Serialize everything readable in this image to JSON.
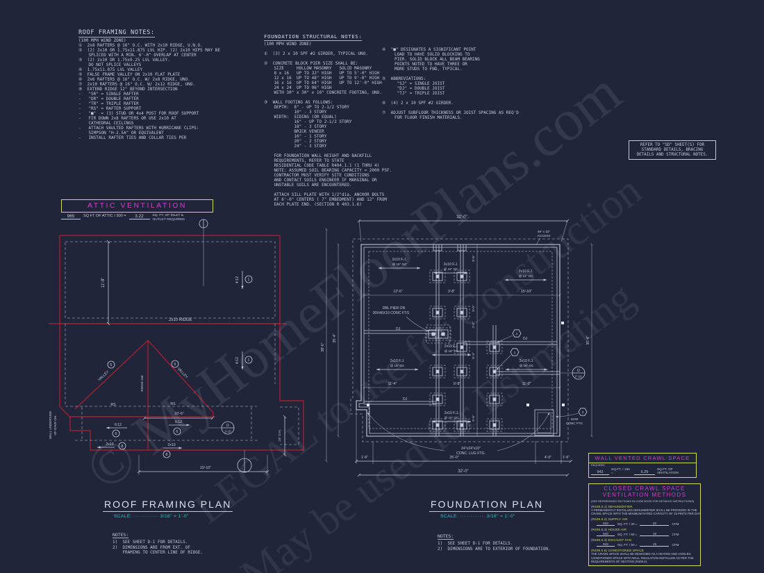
{
  "roof_notes": {
    "title": "ROOF FRAMING NOTES:",
    "body": "(100 MPH WIND ZONE)\n①  2x8 RAFTERS @ 16\" O.C. WITH 2x10 RIDGE, U.N.O.\n②  (2) 2x10 OR 1.75x11.875 LVL HIP. (2) 2x10 HIPS MAY BE\n    SPLICED WITH A MIN. 6'-0\" OVERLAP AT CENTER\n③  (2) 2x10 OR 1.75x9.25 LVL VALLEY.\n    DO NOT SPLICE VALLEYS\n④  1.75x11.875 LVL VALLEY\n⑤  FALSE FRAME VALLEY ON 2x10 FLAT PLATE\n⑥  2x6 RAFTERS @ 16\" O.C. W/ 2x8 RIDGE, UNO.\n⑦  2x10 RAFTERS @ 16\" O.C. W/ 2x12 RIDGE, UNO.\n⑧  EXTEND RIDGE 12\" BEYOND INTERSECTION\n-   \"SR\" = SINGLE RAFTER\n-   \"DR\" = DOUBLE RAFTER\n-   \"TR\" = TRIPLE RAFTER\n-   \"RS\" = RAFTER SUPPORT\n-   \"■\"  = (3) STUD OR 4x4 POST FOR ROOF SUPPORT\n-   FIR DOWN 2x8 RAFTERS OR USE 2x10 AT\n    CATHEDRAL CEILINGS\n-   ATTACH VAULTED RAFTERS WITH HURRICANE CLIPS:\n    SIMPSON \"H-2.5A\" OR EQUIVALENT\n-   INSTALL RAFTER TIES AND COLLAR TIES PER"
  },
  "foundation_notes": {
    "title": "FOUNDATION STRUCTURAL NOTES:",
    "body": "(100 MPH WIND ZONE)\n\n①  (3) 2 x 10 SPF #2 GIRDER, TYPICAL UNO.\n\n②  CONCRETE BLOCK PIER SIZE SHALL BE:\n    SIZE     HOLLOW MASONRY   SOLID MASONRY\n    8 x 16   UP TO 32\" HIGH   UP TO 5'-0\" HIGH\n    12 x 16  UP TO 48\" HIGH   UP TO 9'-0\" HIGH\n    16 x 16  UP TO 64\" HIGH   UP TO 12'-0\" HIGH\n    24 x 24  UP TO 96\" HIGH\n    WITH 30\" x 30\" x 10\" CONCRETE FOOTING, UNO.\n\n③  WALL FOOTING AS FOLLOWS:\n    DEPTH:  8\" - UP TO 2-1/2 STORY\n            10\" - 3 STORY\n    WIDTH:  SIDING (OR EQUAL)\n            16\" - UP TO 2-1/2 STORY\n            18\" - 3 STORY\n            BRICK VENEER\n            16\" - 1 STORY\n            20\" - 2 STORY\n            24\" - 3 STORY\n\n    FOR FOUNDATION WALL HEIGHT AND BACKFILL\n    REQUIREMENTS, REFER TO STATE\n    RESIDENTIAL CODE TABLE R404.1.1 (1 THRU 4)\n    NOTE: ASSUMED SOIL BEARING CAPACITY = 2000 PSF.\n    CONTRACTOR MUST VERIFY SITE CONDITIONS\n    AND CONTACT SOILS ENGINEER IF MARGINAL OR\n    UNSTABLE SOILS ARE ENCOUNTERED.\n\n    ATTACH SILL PLATE WITH 1/2\"dia. ANCHOR BOLTS\n    AT 6'-0\" CENTERS ( 7\" EMBEDMENT) AND 12\" FROM\n    EACH PLATE END. (SECTION R 403.1.6)"
  },
  "misc_notes": {
    "body": "④  \"■\" DESIGNATES A SIGNIFICANT POINT\n     LOAD TO HAVE SOLID BLOCKING TO\n     PIER. SOLID BLOCK ALL BEAM BEARING\n     POINTS NOTED TO HAVE THREE OR\n     MORE STUDS TO FND, TYPICAL.\n\n⑤  ABBREVIATIONS:\n      \"SJ\" = SINGLE JOIST\n      \"DJ\" = DOUBLE JOIST\n      \"TJ\" = TRIPLE JOIST\n\n⑥  (4) 2 x 10 SPF #2 GIRDER.\n\n⑦  ADJUST SUBFLOOR THICKNESS OR JOIST SPACING AS REQ'D\n     FOR FLOOR FINISH MATERIALS."
  },
  "sd_box": {
    "text": "REFER TO \"SD\" SHEET(S) FOR\nSTANDARD DETAILS, BRACING\nDETAILS AND STRUCTURAL NOTES."
  },
  "attic": {
    "title": "ATTIC VENTILATION",
    "v1": "965",
    "mid": "SQ FT OF ATTIC / 300 =",
    "v2": "3.22",
    "tail": "SQ. FT. OF INLET &\nOUTLET REQUIRED"
  },
  "roof_plan": {
    "title": "ROOF FRAMING PLAN",
    "scale": "SCALE: ·············· 3/16\" = 1'-0\"",
    "notes_title": "NOTES:",
    "notes": "1)  SEE SHEET D-1 FOR DETAILS.\n2)  DIMENSIONS ARE FROM EXT. OF\n    FRAMING TO CENTER LINE OF RIDGE.",
    "l": {
      "ridge": "2x10 RIDGE",
      "ridge2": "RIDGE 2x6",
      "valley": "VALLEY",
      "rs": "RS",
      "d118": "11'-8\"",
      "d106": "10'-6\"",
      "d1910": "19'-10\"",
      "d24oh": "24\" O.H.",
      "wall1": "WALL UNDERSIDE",
      "wall2": "OF EAVE OH.",
      "s612": "6:12",
      "s412": "4:12",
      "r210": "2x10",
      "c1": "1",
      "c5": "5",
      "c6": "6",
      "c8": "8",
      "cD": "D",
      "c210": "2-10"
    }
  },
  "foundation_plan": {
    "title": "FOUNDATION PLAN",
    "scale": "SCALE: ·············· 3/16\" = 1'-0\"",
    "notes_title": "NOTES:",
    "notes": "1)  SEE SHEET D-1 FOR DETAILS.\n2)  DIMENSIONS ARE TO EXTERIOR OF FOUNDATION.",
    "l": {
      "d32": "32'-0\"",
      "access1": "48\" x 32\"",
      "access2": "ACCESS",
      "fj": "2x10 F.J.",
      "oc16": "@ 16\" OC",
      "oc12": "@ 12\" OC",
      "d126": "12'-6\"",
      "d38": "3'-8\"",
      "d1510": "15'-10\"",
      "d56": "5'-6\"",
      "d50": "5'-0\"",
      "d40": "4'-0\"",
      "d54": "5'-4\"",
      "d114": "11'-4\"",
      "d98": "9'-8\"",
      "d110": "11'-0\"",
      "d16": "1'-6\"",
      "d250": "25'-0\"",
      "d354": "35'-4\"",
      "d386": "38'-6\"",
      "dj": "DJ",
      "dbl1": "DBL PIER ON",
      "dbl2": "30X46X10 CONC FTG",
      "lug1": "24\"x24\"x10\"",
      "lug2": "CONC. LUG FTG.",
      "ftg1": "16X8",
      "ftg2": "CONC FTG",
      "cD": "D",
      "cF10": "F-10",
      "h1": "1",
      "h2": "2",
      "h3": "3"
    }
  },
  "crawl_vented": {
    "title": "WALL VENTED CRAWL SPACE",
    "required": "REQUIRED",
    "v1": "943",
    "mid": "SQ.FT. / 150 =",
    "v2": "6.29",
    "tail": "SQ.FT. OF VENTILATION"
  },
  "crawl_closed": {
    "title1": "CLOSED CRAWL SPACE",
    "title2": "VENTILATION METHODS",
    "subtitle": "(SEE REFERENCED SECTIONS IN CODE BOOK FOR DETAILED INSTRUCTIONS)",
    "s1_head": "(R409.5.1)  DEHUMIDIFIER",
    "s1_body": "A PERMANENTLY INSTALLED DEHUMIDIFIER SHALL BE PROVIDED IN THE\nCRAWL SPACE WITH THE MINIMUM RATED CAPACITY OF 15 PINTS PER DAY.",
    "s2_head": "(R409.5.2)  SUPPLY AIR",
    "s2_v1": "943",
    "s2_mid": "SQ. FT. / 30 =",
    "s2_v2": "32",
    "s2_unit": "CFM",
    "s3_head": "(R409.5.3)  HOUSE AIR",
    "s3_v1": "943",
    "s3_mid": "SQ. FT. / 50 =",
    "s3_v2": "19",
    "s3_unit": "CFM",
    "s4_head": "(R409.5.4)  EXHAUST FAN",
    "s4_v1": "943",
    "s4_mid": "SQ. FT. / 50 =",
    "s4_v2": "19",
    "s4_unit": "CFM",
    "s5_head": "(R409.5.5)  CONDITIONED SPACE",
    "s5_body": "THE CRAWL SPACE SHALL BE DESIGNED AS A HEATED AND COOLED\nCONDITIONED SPACE WITH WALL INSULATION INSTALLED AS PER THE\nREQUIREMENTS OF SECTION (R409.4)."
  },
  "watermark": {
    "line1": "© MyHomeFloorPlans.com",
    "line2": "LEGAL to use for Construction",
    "line3": "May be used for Estimating"
  }
}
